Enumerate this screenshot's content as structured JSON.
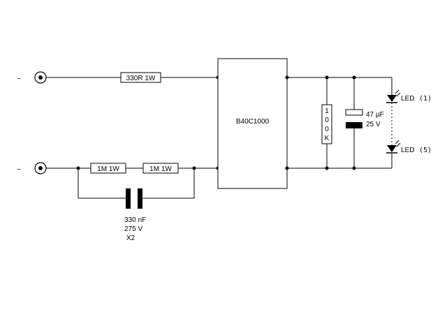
{
  "terminals": {
    "ac_symbol": "~"
  },
  "resistor_series": "330R 1W",
  "resistor_1m_a": "1M 1W",
  "resistor_1m_b": "1M 1W",
  "capacitor_x2": {
    "line1": "330 nF",
    "line2": "275 V",
    "line3": "X2"
  },
  "bridge": "B40C1000",
  "resistor_100k": [
    "1",
    "0",
    "0",
    "K"
  ],
  "electrolytic": {
    "value": "47 µF",
    "voltage": "25 V"
  },
  "led_top": {
    "label": "LED",
    "index": "(1)"
  },
  "led_bottom": {
    "label": "LED",
    "index": "(5)"
  }
}
